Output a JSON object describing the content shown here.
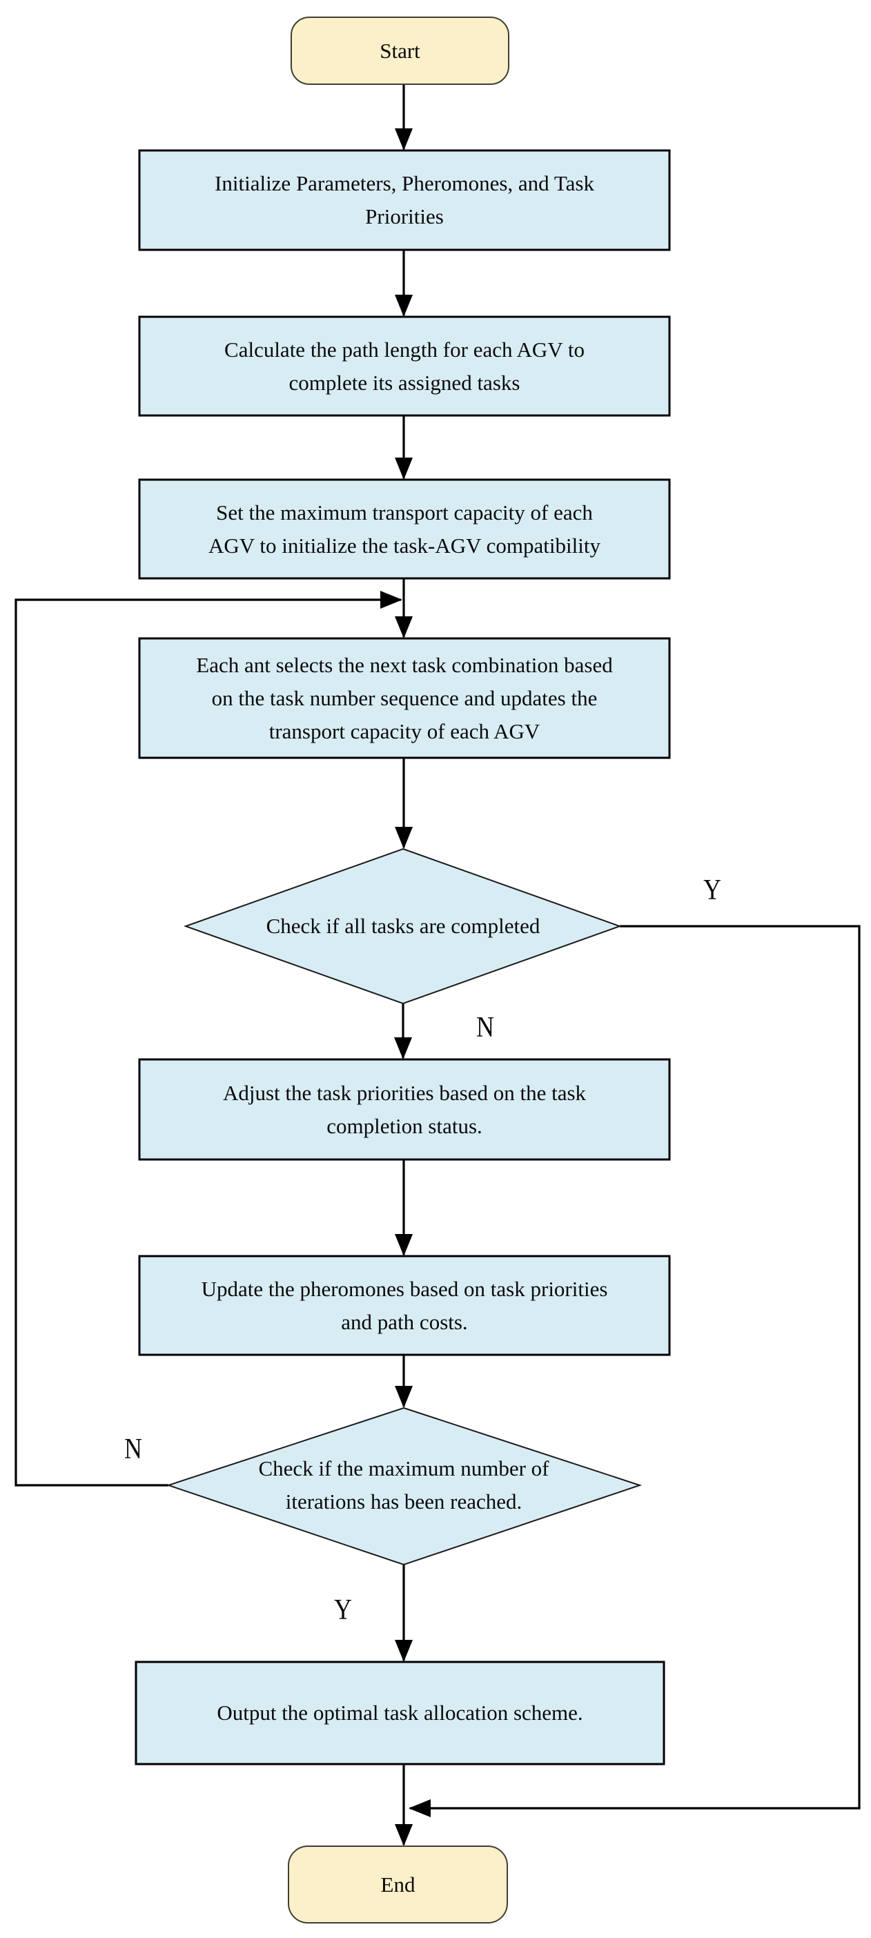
{
  "flowchart": {
    "colors": {
      "process_fill": "#d8ecf4",
      "process_outline": "#000000",
      "decision_fill": "#d8ecf4",
      "decision_outline": "#1a1a1a",
      "terminator_fill": "#fbf0ca",
      "terminator_outline": "#3f3f31",
      "connector": "#000000",
      "text": "#0a0a0a"
    },
    "nodes": {
      "start": {
        "type": "terminator",
        "label": "Start"
      },
      "initialize": {
        "type": "process",
        "lines": [
          "Initialize Parameters, Pheromones, and Task",
          "Priorities"
        ]
      },
      "calculate": {
        "type": "process",
        "lines": [
          "Calculate the path length for each AGV to",
          "complete its assigned tasks"
        ]
      },
      "set_capacity": {
        "type": "process",
        "lines": [
          "Set the maximum transport capacity of each",
          "AGV to initialize the task-AGV compatibility"
        ]
      },
      "ant_select": {
        "type": "process",
        "lines": [
          "Each ant selects the next task combination based",
          "on the task number sequence and updates the",
          "transport capacity of each AGV"
        ]
      },
      "check_tasks": {
        "type": "decision",
        "lines": [
          "Check if all tasks are completed"
        ]
      },
      "adjust_priorities": {
        "type": "process",
        "lines": [
          "Adjust the task priorities based on the task",
          "completion status."
        ]
      },
      "update_pheromones": {
        "type": "process",
        "lines": [
          "Update the pheromones based on task priorities",
          "and path costs."
        ]
      },
      "check_iterations": {
        "type": "decision",
        "lines": [
          "Check if the maximum number of",
          "iterations has been reached."
        ]
      },
      "output": {
        "type": "process",
        "lines": [
          "Output the optimal task allocation scheme."
        ]
      },
      "end": {
        "type": "terminator",
        "label": "End"
      }
    },
    "edge_labels": {
      "tasks_yes": "Y",
      "tasks_no": "N",
      "iterations_no": "N",
      "iterations_yes": "Y"
    }
  }
}
